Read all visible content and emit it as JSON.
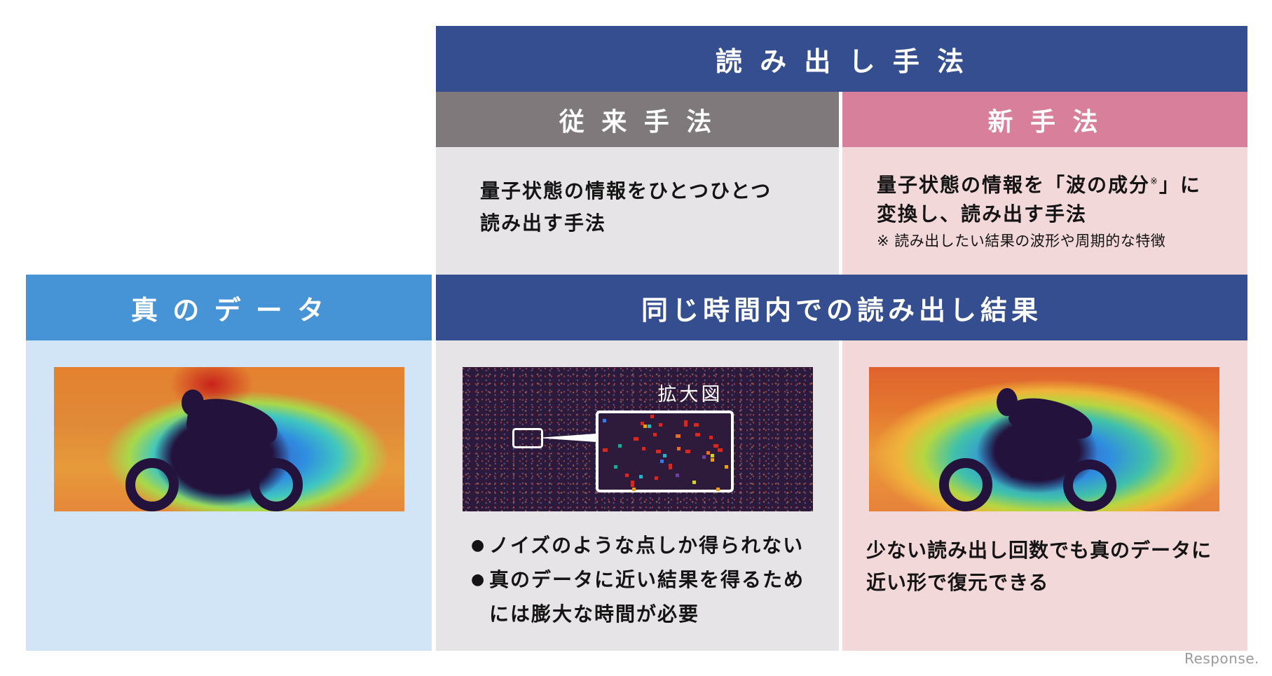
{
  "header": {
    "main_title": "読 み 出 し 手 法",
    "conventional_title": "従 来 手 法",
    "new_title": "新 手 法"
  },
  "descriptions": {
    "conventional": {
      "line1": "量子状態の情報をひとつひとつ",
      "line2": "読み出す手法"
    },
    "new": {
      "line1_before": "量子状態の情報を「波の成分",
      "line1_sup": "※",
      "line1_after": "」に",
      "line2": "変換し、読み出す手法",
      "note": "※ 読み出したい結果の波形や周期的な特徴"
    }
  },
  "row2": {
    "true_data_title": "真 の デ ー タ",
    "results_title": "同じ時間内での読み出し結果"
  },
  "images": {
    "true_data": "motorcycle-airflow-true-data",
    "conventional_result": "noise-points-result",
    "zoom_label": "拡大図",
    "new_result": "motorcycle-airflow-reconstructed"
  },
  "conventional_points": [
    {
      "bullet": "●",
      "text": "ノイズのような点しか得られない"
    },
    {
      "bullet": "●",
      "text": "真のデータに近い結果を得るため"
    },
    {
      "bullet": "",
      "text": "には膨大な時間が必要"
    }
  ],
  "new_points": {
    "line1": "少ない読み出し回数でも真のデータに",
    "line2": "近い形で復元できる"
  },
  "watermark": "Response.",
  "colors": {
    "navy": "#344e8f",
    "gray_header": "#7f797c",
    "pink_header": "#d8809b",
    "blue_header": "#4694d6",
    "gray_body": "#e6e4e7",
    "pink_body": "#f3d8da",
    "blue_body": "#d1e5f7"
  }
}
